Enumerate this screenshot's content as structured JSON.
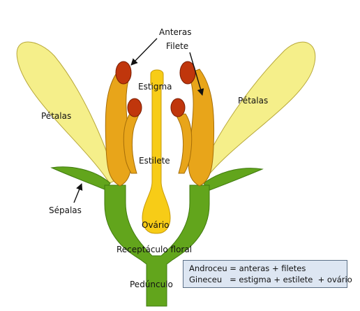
{
  "labels": {
    "anteras": "Anteras",
    "filete": "Filete",
    "estigma": "Estigma",
    "petalas_left": "Pétalas",
    "petalas_right": "Pétalas",
    "estilete": "Estilete",
    "sepalas": "Sépalas",
    "ovario": "Ovário",
    "receptaculo": "Receptáculo floral",
    "pedunculo": "Pedúnculo"
  },
  "legend": {
    "line1": "Androceu = anteras + filetes",
    "line2": "Gineceu   = estigma + estilete  + ovário"
  },
  "colors": {
    "petal": "#f5ef8a",
    "petal_stroke": "#b8a83a",
    "green": "#62a51c",
    "green_dark": "#3f7a0e",
    "filament": "#e8a51a",
    "filament_stroke": "#a56d08",
    "anther": "#c0360c",
    "anther_stroke": "#7a1d04",
    "pistil": "#f7cc17",
    "pistil_stroke": "#c79a08",
    "legend_bg": "#dde6f2",
    "legend_border": "#5b6f86"
  }
}
